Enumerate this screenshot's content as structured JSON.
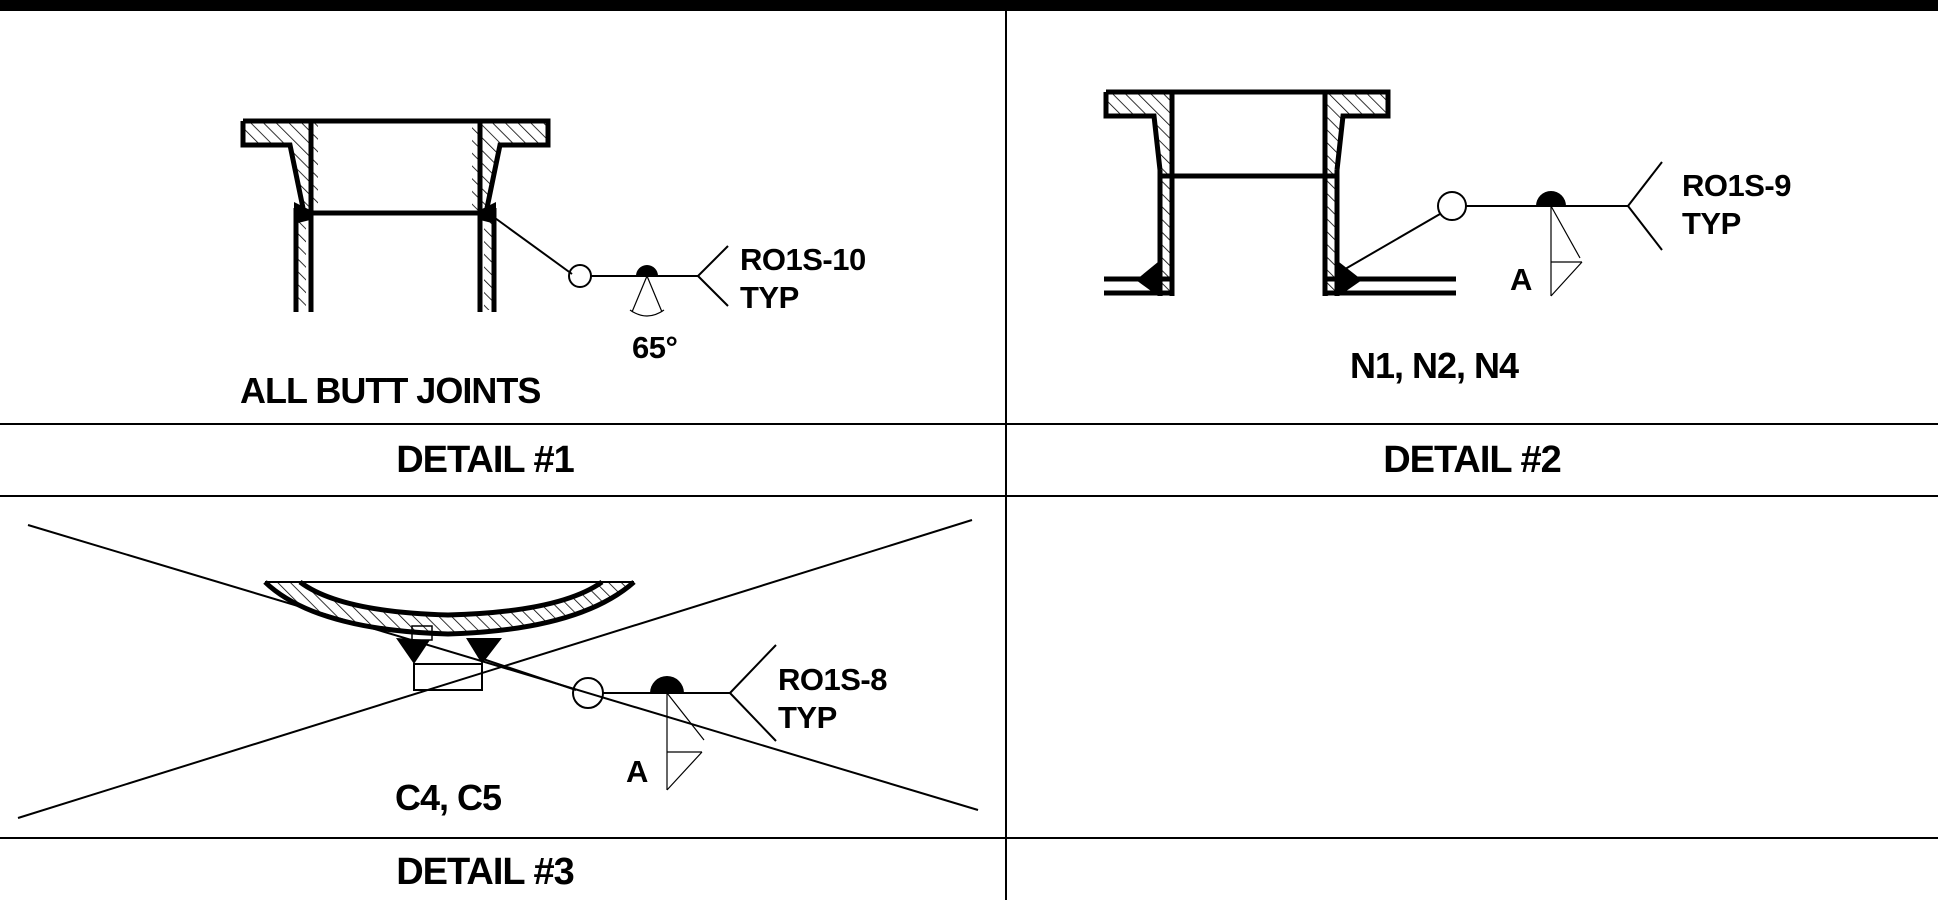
{
  "details": [
    {
      "title": "DETAIL #1",
      "caption": "ALL BUTT JOINTS",
      "weld_ref": "RO1S-10",
      "weld_note": "TYP",
      "angle": "65°"
    },
    {
      "title": "DETAIL #2",
      "caption": "N1, N2, N4",
      "weld_ref": "RO1S-9",
      "weld_note": "TYP",
      "arrow_label": "A"
    },
    {
      "title": "DETAIL #3",
      "caption": "C4, C5",
      "weld_ref": "RO1S-8",
      "weld_note": "TYP",
      "arrow_label": "A"
    },
    {
      "title": "",
      "caption": ""
    }
  ],
  "colors": {
    "line": "#000000",
    "background": "#ffffff"
  },
  "icons": [
    "weld-symbol-icon",
    "field-weld-circle-icon",
    "fillet-weld-icon"
  ]
}
